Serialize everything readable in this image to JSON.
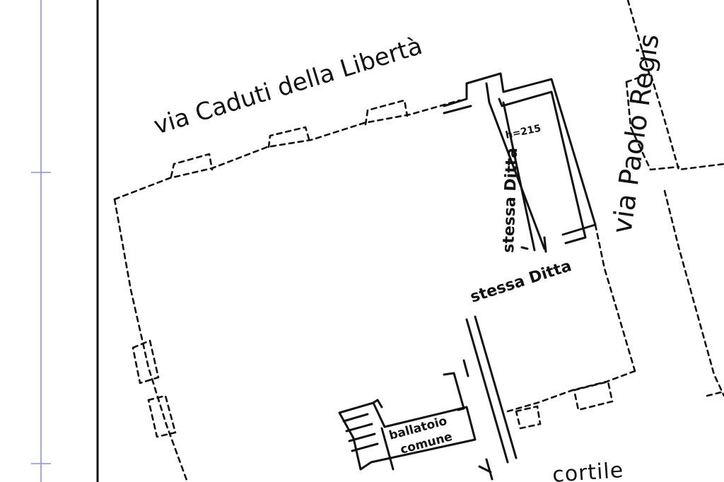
{
  "plan": {
    "labels": {
      "via_caduti": "via Caduti della Libertà",
      "via_paolo_regis": "via Paolo Regis",
      "stessa_ditta_vertical": "stessa Ditta",
      "stessa_ditta_horizontal": "stessa Ditta",
      "height_note": "h=215",
      "ballatoio": "ballatoio",
      "comune": "comune",
      "cortile": "cortile"
    },
    "colors": {
      "ink": "#111111",
      "guide": "#8a8aff",
      "paper": "#ffffff"
    }
  }
}
